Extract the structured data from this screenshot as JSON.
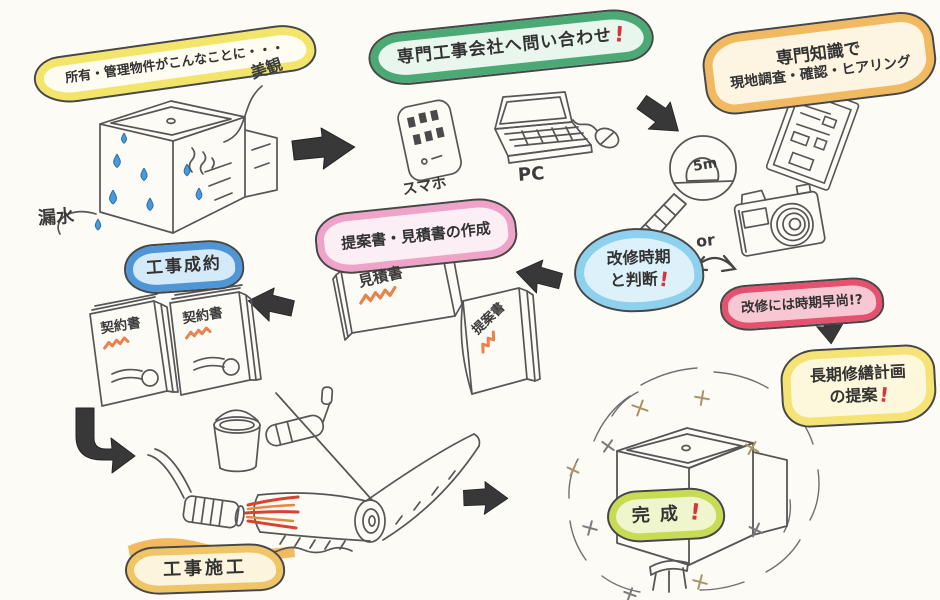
{
  "canvas": {
    "background": "#fcfbf6"
  },
  "colors": {
    "ink": "#565656",
    "arrow": "#383838",
    "exclamation_red": "#d6333c",
    "water_drop_blue": "#4a99d8",
    "scribble_orange": "#e8824e",
    "flame_red": "#d8432f",
    "ring_yellow": "#f3e46a",
    "ring_green": "#4aa974",
    "ring_orange": "#f2ba60",
    "ring_lightblue": "#8ed1ee",
    "ring_pink": "#efa3c9",
    "ring_red_pink": "#e5516e",
    "ring_blue": "#4f96d6",
    "ring_amber": "#f0c566",
    "ring_yellowgreen": "#c8db54"
  },
  "steps": {
    "property": {
      "label": "所有・管理物件がこんなことに・・・"
    },
    "contact": {
      "label": "専門工事会社へ問い合わせ",
      "mark": "!"
    },
    "survey": {
      "line1": "専門知識で",
      "line2": "現地調査・確認・ヒアリング"
    },
    "timing": {
      "line1": "改修時期",
      "line2": "と判断",
      "mark": "!"
    },
    "too_early": {
      "label": "改修には時期早尚!?"
    },
    "plan": {
      "line1": "長期修繕計画",
      "line2": "の提案",
      "mark": "!"
    },
    "documents": {
      "label": "提案書・見積書の作成"
    },
    "contract": {
      "label": "工事成約"
    },
    "construction": {
      "label": "工事施工"
    },
    "complete": {
      "label": "完成",
      "mark": "!"
    }
  },
  "annotations": {
    "aesthetics": "美観",
    "leak": "漏水",
    "smartphone": "スマホ",
    "pc": "PC",
    "or": "or",
    "tape": "5m",
    "estimate": "見積書",
    "proposal": "提案書",
    "contract_doc": "契約書"
  }
}
